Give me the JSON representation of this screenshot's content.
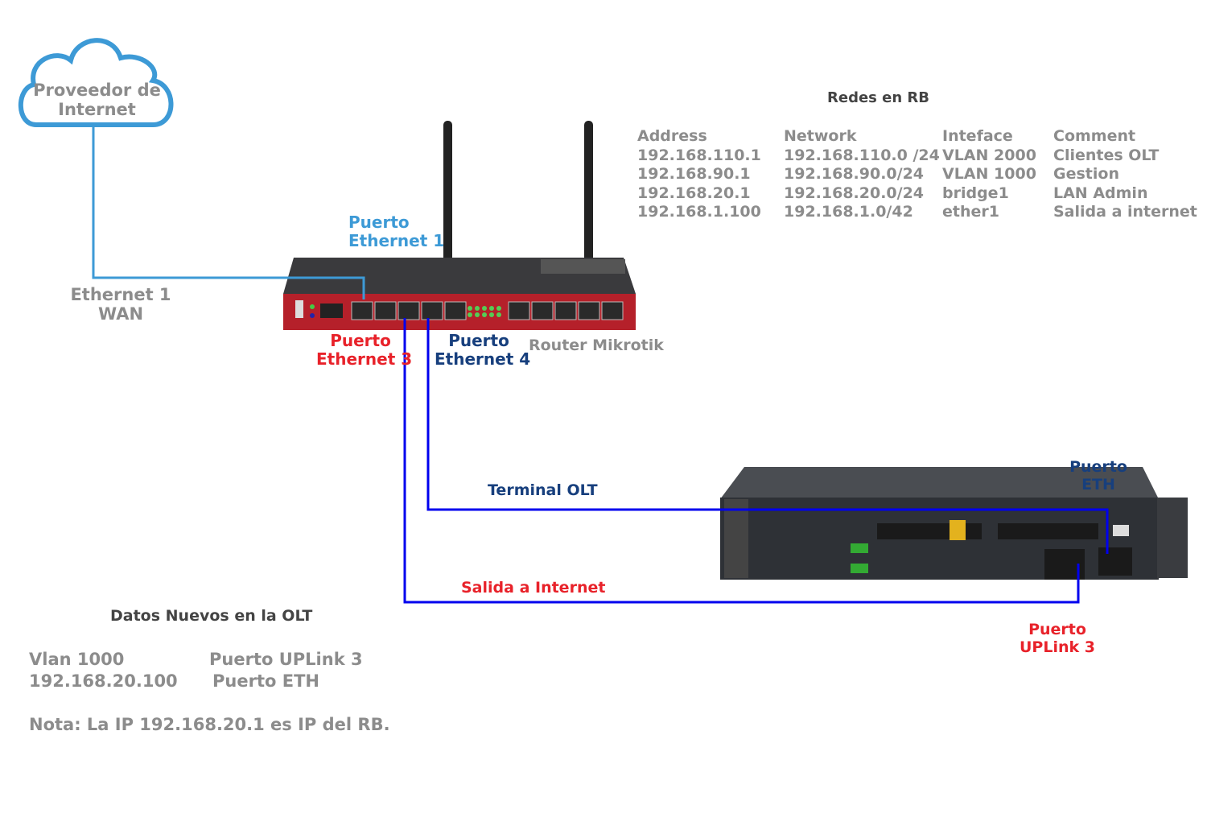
{
  "cloud": {
    "label_line1": "Proveedor de",
    "label_line2": "Internet"
  },
  "wan_label": {
    "line1": "Ethernet 1",
    "line2": "WAN"
  },
  "router": {
    "name": "Router Mikrotik",
    "port1_label": {
      "line1": "Puerto",
      "line2": "Ethernet 1"
    },
    "port3_label": {
      "line1": "Puerto",
      "line2": "Ethernet 3"
    },
    "port4_label": {
      "line1": "Puerto",
      "line2": "Ethernet 4"
    }
  },
  "rb_networks": {
    "title": "Redes en RB",
    "headers": [
      "Address",
      "Network",
      "Inteface",
      "Comment"
    ],
    "rows": [
      [
        "192.168.110.1",
        "192.168.110.0 /24",
        "VLAN 2000",
        "Clientes OLT"
      ],
      [
        "192.168.90.1",
        "192.168.90.0/24",
        "VLAN 1000",
        "Gestion"
      ],
      [
        "192.168.20.1",
        "192.168.20.0/24",
        "bridge1",
        "LAN Admin"
      ],
      [
        "192.168.1.100",
        "192.168.1.0/42",
        "ether1",
        "Salida a internet"
      ]
    ]
  },
  "links": {
    "terminal_olt": "Terminal OLT",
    "salida_internet": "Salida a Internet"
  },
  "olt": {
    "eth_label": {
      "line1": "Puerto",
      "line2": "ETH"
    },
    "uplink_label": {
      "line1": "Puerto",
      "line2": "UPLink 3"
    }
  },
  "olt_data": {
    "title": "Datos Nuevos en  la OLT",
    "vlan": "Vlan 1000",
    "ip": "192.168.20.100",
    "uplink": "Puerto UPLink 3",
    "eth": "Puerto ETH",
    "note": "Nota: La IP 192.168.20.1 es IP del RB."
  },
  "colors": {
    "wan_link": "#3d9ad6",
    "lan_link": "#0000ee",
    "router_body": "#b5202a",
    "red_label": "#e8222a",
    "navy_label": "#173f7d"
  }
}
